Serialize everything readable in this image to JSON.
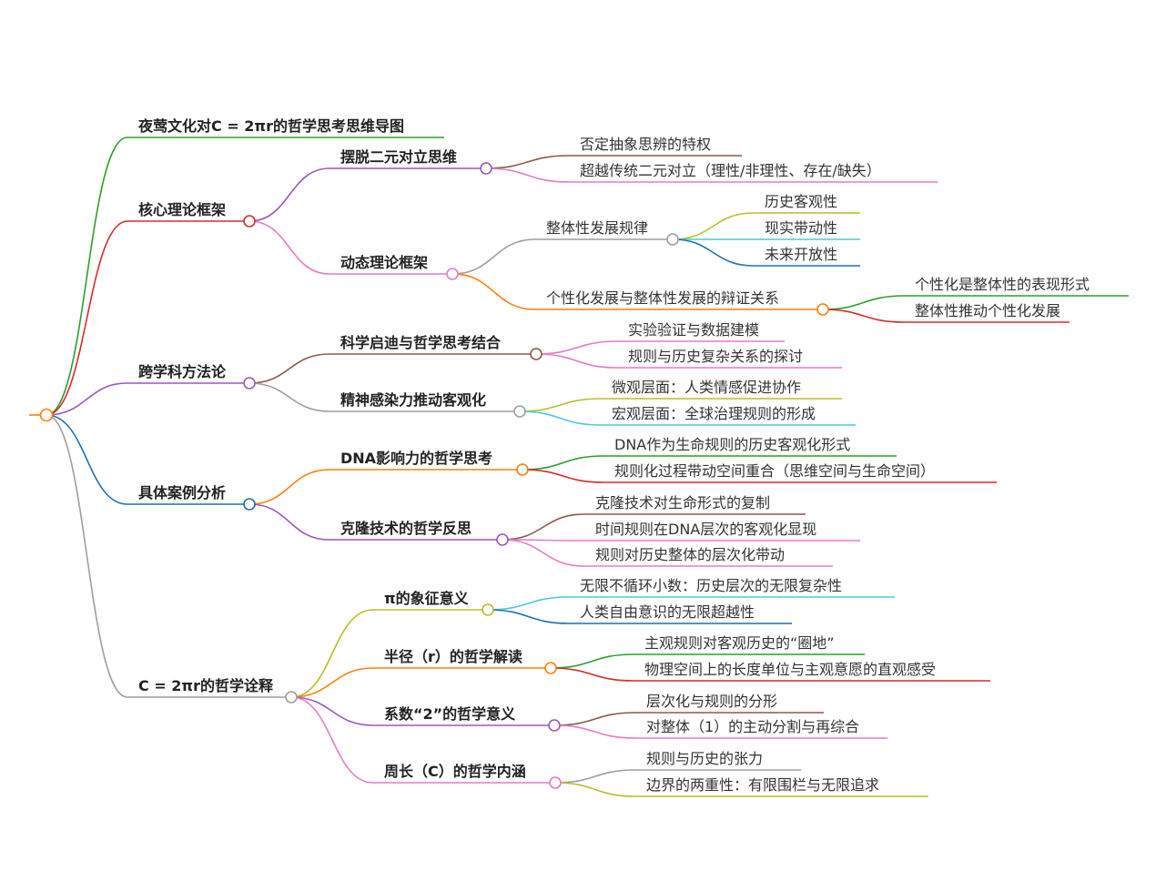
{
  "mindmap": {
    "root": {
      "color": "#ff7f0e"
    },
    "nodes": [
      {
        "id": "t",
        "parent": "root",
        "label": "夜莺文化对C = 2πr的哲学思考思维导图",
        "color": "#2e9e2e",
        "bold": true
      },
      {
        "id": "a",
        "parent": "root",
        "label": "核心理论框架",
        "color": "#d62b2b",
        "bold": true
      },
      {
        "id": "a1",
        "parent": "a",
        "label": "摆脱二元对立思维",
        "color": "#9b59b6",
        "bold": true
      },
      {
        "id": "a1a",
        "parent": "a1",
        "label": "否定抽象思辨的特权",
        "color": "#8b5a4a"
      },
      {
        "id": "a1b",
        "parent": "a1",
        "label": "超越传统二元对立（理性/非理性、存在/缺失）",
        "color": "#e57bc7"
      },
      {
        "id": "a2",
        "parent": "a",
        "label": "动态理论框架",
        "color": "#e57bc7",
        "bold": true
      },
      {
        "id": "a2a",
        "parent": "a2",
        "label": "整体性发展规律",
        "color": "#9e9e9e"
      },
      {
        "id": "a2a1",
        "parent": "a2a",
        "label": "历史客观性",
        "color": "#b8bd2b"
      },
      {
        "id": "a2a2",
        "parent": "a2a",
        "label": "现实带动性",
        "color": "#4fc9d9"
      },
      {
        "id": "a2a3",
        "parent": "a2a",
        "label": "未来开放性",
        "color": "#1f6fb2"
      },
      {
        "id": "a2b",
        "parent": "a2",
        "label": "个性化发展与整体性发展的辩证关系",
        "color": "#ff7f0e"
      },
      {
        "id": "a2b1",
        "parent": "a2b",
        "label": "个性化是整体性的表现形式",
        "color": "#2e9e2e"
      },
      {
        "id": "a2b2",
        "parent": "a2b",
        "label": "整体性推动个性化发展",
        "color": "#d62b2b"
      },
      {
        "id": "b",
        "parent": "root",
        "label": "跨学科方法论",
        "color": "#9b59b6",
        "bold": true
      },
      {
        "id": "b1",
        "parent": "b",
        "label": "科学启迪与哲学思考结合",
        "color": "#8b5a4a",
        "bold": true
      },
      {
        "id": "b1a",
        "parent": "b1",
        "label": "实验验证与数据建模",
        "color": "#e57bc7"
      },
      {
        "id": "b1b",
        "parent": "b1",
        "label": "规则与历史复杂关系的探讨",
        "color": "#e57bc7"
      },
      {
        "id": "b2",
        "parent": "b",
        "label": "精神感染力推动客观化",
        "color": "#9e9e9e",
        "bold": true
      },
      {
        "id": "b2a",
        "parent": "b2",
        "label": "微观层面：人类情感促进协作",
        "color": "#b8bd2b"
      },
      {
        "id": "b2b",
        "parent": "b2",
        "label": "宏观层面：全球治理规则的形成",
        "color": "#4fc9d9"
      },
      {
        "id": "c",
        "parent": "root",
        "label": "具体案例分析",
        "color": "#1f6fb2",
        "bold": true
      },
      {
        "id": "c1",
        "parent": "c",
        "label": "DNA影响力的哲学思考",
        "color": "#ff7f0e",
        "bold": true
      },
      {
        "id": "c1a",
        "parent": "c1",
        "label": "DNA作为生命规则的历史客观化形式",
        "color": "#2e9e2e"
      },
      {
        "id": "c1b",
        "parent": "c1",
        "label": "规则化过程带动空间重合（思维空间与生命空间）",
        "color": "#d62b2b"
      },
      {
        "id": "c2",
        "parent": "c",
        "label": "克隆技术的哲学反思",
        "color": "#9b59b6",
        "bold": true
      },
      {
        "id": "c2a",
        "parent": "c2",
        "label": "克隆技术对生命形式的复制",
        "color": "#8b5a4a"
      },
      {
        "id": "c2b",
        "parent": "c2",
        "label": "时间规则在DNA层次的客观化显现",
        "color": "#e57bc7"
      },
      {
        "id": "c2c",
        "parent": "c2",
        "label": "规则对历史整体的层次化带动",
        "color": "#e57bc7"
      },
      {
        "id": "d",
        "parent": "root",
        "label": "C = 2πr的哲学诠释",
        "color": "#9e9e9e",
        "bold": true
      },
      {
        "id": "d1",
        "parent": "d",
        "label": "π的象征意义",
        "color": "#b8bd2b",
        "bold": true
      },
      {
        "id": "d1a",
        "parent": "d1",
        "label": "无限不循环小数：历史层次的无限复杂性",
        "color": "#4fc9d9"
      },
      {
        "id": "d1b",
        "parent": "d1",
        "label": "人类自由意识的无限超越性",
        "color": "#1f6fb2"
      },
      {
        "id": "d2",
        "parent": "d",
        "label": "半径（r）的哲学解读",
        "color": "#ff7f0e",
        "bold": true
      },
      {
        "id": "d2a",
        "parent": "d2",
        "label": "主观规则对客观历史的“圈地”",
        "color": "#2e9e2e"
      },
      {
        "id": "d2b",
        "parent": "d2",
        "label": "物理空间上的长度单位与主观意愿的直观感受",
        "color": "#d62b2b"
      },
      {
        "id": "d3",
        "parent": "d",
        "label": "系数“2”的哲学意义",
        "color": "#9b59b6",
        "bold": true
      },
      {
        "id": "d3a",
        "parent": "d3",
        "label": "层次化与规则的分形",
        "color": "#8b5a4a"
      },
      {
        "id": "d3b",
        "parent": "d3",
        "label": "对整体（1）的主动分割与再综合",
        "color": "#e57bc7"
      },
      {
        "id": "d4",
        "parent": "d",
        "label": "周长（C）的哲学内涵",
        "color": "#e57bc7",
        "bold": true
      },
      {
        "id": "d4a",
        "parent": "d4",
        "label": "规则与历史的张力",
        "color": "#9e9e9e"
      },
      {
        "id": "d4b",
        "parent": "d4",
        "label": "边界的两重性：有限围栏与无限追求",
        "color": "#b8bd2b"
      }
    ]
  }
}
